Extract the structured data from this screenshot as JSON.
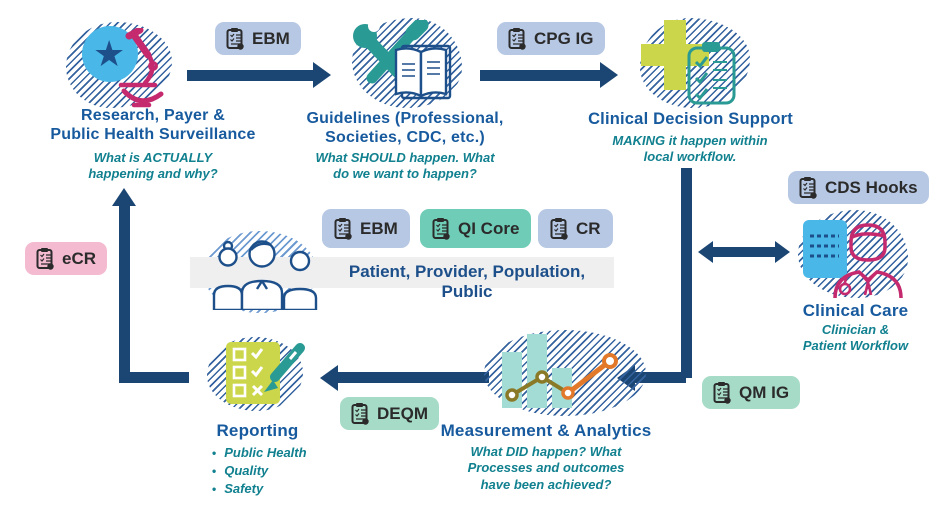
{
  "nodes": {
    "research": {
      "title_lines": [
        "Research, Payer &",
        "Public Health Surveillance"
      ],
      "subtitle_lines": [
        "What is ACTUALLY",
        "happening and why?"
      ]
    },
    "guidelines": {
      "title_lines": [
        "Guidelines (Professional,",
        "Societies, CDC, etc.)"
      ],
      "subtitle_lines": [
        "What SHOULD happen. What",
        "do we want to happen?"
      ]
    },
    "cds": {
      "title_lines": [
        "Clinical Decision Support"
      ],
      "subtitle_lines": [
        "MAKING it happen within",
        "local workflow."
      ]
    },
    "clinical_care": {
      "title_lines": [
        "Clinical Care"
      ],
      "subtitle_lines": [
        "Clinician &",
        "Patient Workflow"
      ]
    },
    "reporting": {
      "title_lines": [
        "Reporting"
      ],
      "bullets": [
        "Public Health",
        "Quality",
        "Safety"
      ]
    },
    "measurement": {
      "title_lines": [
        "Measurement & Analytics"
      ],
      "subtitle_lines": [
        "What DID happen? What",
        "Processes and outcomes",
        "have been achieved?"
      ]
    }
  },
  "banner": {
    "text": "Patient, Provider, Population, Public"
  },
  "badges": {
    "ebm_top": {
      "label": "EBM"
    },
    "cpg_ig": {
      "label": "CPG IG"
    },
    "cds_hooks": {
      "label": "CDS Hooks"
    },
    "ecr": {
      "label": "eCR"
    },
    "ebm_center": {
      "label": "EBM"
    },
    "qi_core": {
      "label": "QI Core"
    },
    "cr": {
      "label": "CR"
    },
    "deqm": {
      "label": "DEQM"
    },
    "qm_ig": {
      "label": "QM IG"
    }
  },
  "icons": {
    "badge": "clipboard-icon",
    "research": "star-and-microscope",
    "guidelines": "tools-and-book",
    "cds": "plus-and-checklist",
    "clinical_care": "document-and-clinician",
    "people": "three-people",
    "reporting": "checklist-and-pencil",
    "measurement": "bar-chart-trend"
  },
  "colors": {
    "arrow_navy": "#1b4674",
    "title_blue": "#175a9e",
    "subtitle_teal": "#11808f",
    "badge_blue": "#b7c8e4",
    "badge_teal": "#6fccb6",
    "badge_mint": "#a6dbc7",
    "badge_pink": "#f4bad0",
    "badge_text": "#2b2b2b",
    "banner_bg": "#efefef",
    "banner_text": "#1d4f8a",
    "icon_teal": "#2a9a94",
    "icon_yellow_green": "#ccd64a",
    "icon_light_blue": "#49b8e8",
    "icon_magenta": "#c42a6d",
    "bar_teal": "#a3dcd4",
    "line_olive": "#8a7a28",
    "line_orange": "#e2782a",
    "hatch_navy": "#35639f",
    "hatch_people_blue": "#6d9bd1"
  }
}
